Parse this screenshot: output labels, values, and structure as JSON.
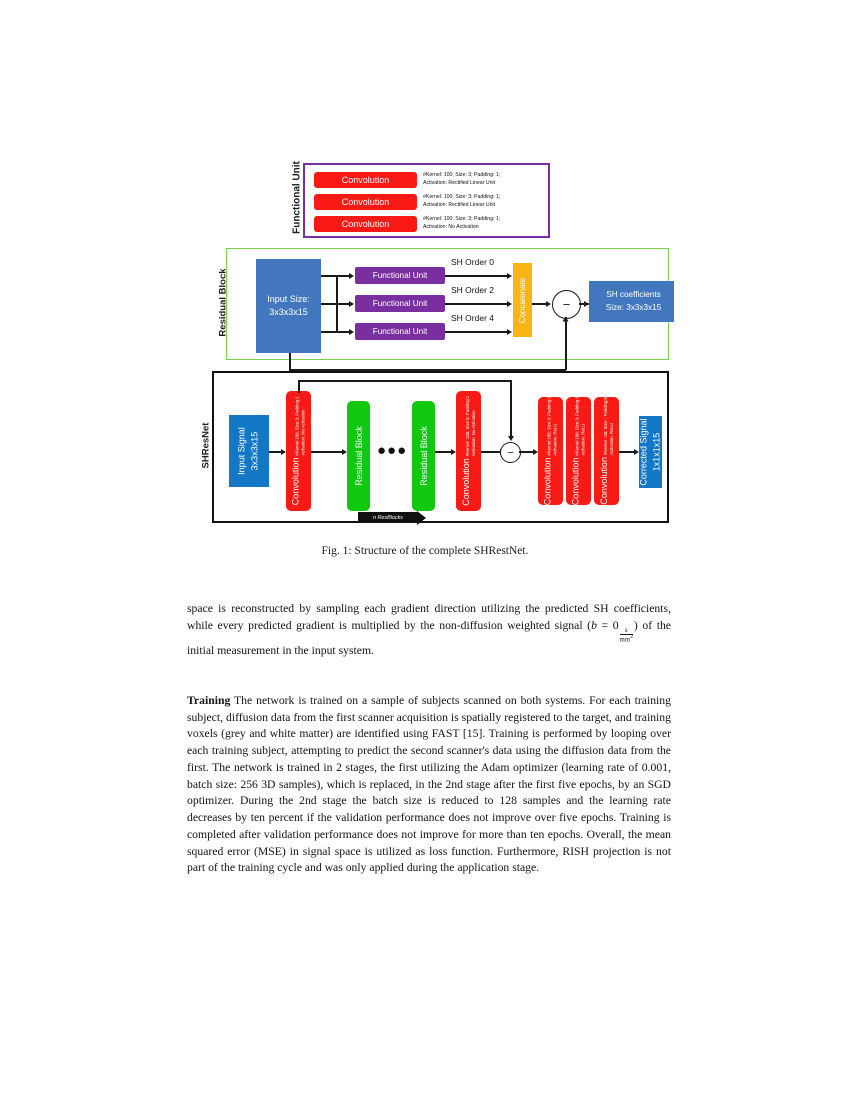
{
  "figure": {
    "functional_unit": {
      "label": "Functional Unit",
      "rows": [
        {
          "box": "Convolution",
          "desc_line1": "#Kernel: 100; Size: 3; Padding: 1;",
          "desc_line2": "Activation: Rectified Linear Unit"
        },
        {
          "box": "Convolution",
          "desc_line1": "#Kernel: 100; Size: 3; Padding: 1;",
          "desc_line2": "Activation: Rectified Linear Unit"
        },
        {
          "box": "Convolution",
          "desc_line1": "#Kernel: 100; Size: 3; Padding: 1;",
          "desc_line2": "Activation: No Activation"
        }
      ],
      "border_color": "#7A2FA0",
      "box_color": "#F91A15"
    },
    "residual_block": {
      "label": "Residual Block",
      "border_color": "#7FD14B",
      "input": {
        "line1": "Input Size:",
        "line2": "3x3x3x15",
        "color": "#4277C0"
      },
      "units": [
        {
          "name": "Functional Unit",
          "order": "SH Order 0"
        },
        {
          "name": "Functional Unit",
          "order": "SH Order 2"
        },
        {
          "name": "Functional Unit",
          "order": "SH Order 4"
        }
      ],
      "concat": {
        "label": "Concatenate",
        "color": "#F9B512"
      },
      "operator": "−",
      "output": {
        "line1": "SH coefficients",
        "line2": "Size: 3x3x3x15",
        "color": "#4277C0"
      }
    },
    "shresnet": {
      "label": "SHResNet",
      "border_color": "#111111",
      "input": {
        "line1": "Input Signal",
        "line2": "3x3x3x15",
        "color": "#1277C4"
      },
      "blocks": [
        {
          "type": "conv",
          "title": "Convolution",
          "sub1": "#Kernel:100; Size:3;  Padding:1",
          "sub2": "Activation: No Activation"
        },
        {
          "type": "res",
          "title": "Residual Block"
        },
        {
          "type": "dots",
          "title": "●●●"
        },
        {
          "type": "res",
          "title": "Residual Block"
        },
        {
          "type": "conv",
          "title": "Convolution",
          "sub1": "#Kernel :100; Size:3;  Padding:1",
          "sub2": "Activation: No Activation"
        },
        {
          "type": "op",
          "title": "−"
        },
        {
          "type": "conv",
          "title": "Convolution",
          "sub1": "#Kernel:100; Size:3; Padding:1",
          "sub2": "Activation:  ReLU"
        },
        {
          "type": "conv",
          "title": "Convolution",
          "sub1": "#Kernel:100; Size:3; Padding:1",
          "sub2": "Activation:  ReLU"
        },
        {
          "type": "conv",
          "title": "Convolution",
          "sub1": "#Kernel : 00; Size: ; Padding:0",
          "sub2": "Activation:  ReLU"
        }
      ],
      "resblocks_arrow": "n ResBlocks",
      "output": {
        "line1": "Corrected Signal",
        "line2": "1x1x1x15",
        "color": "#1277C4"
      }
    },
    "caption": "Fig. 1: Structure of the complete SHRestNet."
  },
  "paragraphs": {
    "para1": {
      "part1": "space is reconstructed by sampling each gradient direction utilizing the predicted SH coefficients, while every predicted gradient is multiplied by the non-diffusion weighted signal (",
      "math_b": "b",
      "math_eq": " = 0",
      "frac_num": "s",
      "frac_den": "mm",
      "frac_den_sup": "2",
      "part2": ") of the initial measurement in the input system."
    },
    "para2": {
      "heading": "Training",
      "text": " The network is trained on a sample of subjects scanned on both systems. For each training subject, diffusion data from the first scanner acquisition is spatially registered to the target, and training voxels (grey and white matter) are identified using FAST [15]. Training is performed by looping over each training subject, attempting to predict the second scanner's data using the diffusion data from the first. The network is trained in 2 stages, the first utilizing the Adam optimizer (learning rate of 0.001, batch size: 256 3D samples), which is replaced, in the 2nd stage after the first five epochs, by an SGD optimizer. During the 2nd stage the batch size is reduced to 128 samples and the learning rate decreases by ten percent if the validation performance does not improve over five epochs. Training is completed after validation performance does not improve for more than ten epochs. Overall, the mean squared error (MSE) in signal space is utilized as loss function. Furthermore, RISH projection is not part of the training cycle and was only applied during the application stage."
    }
  }
}
